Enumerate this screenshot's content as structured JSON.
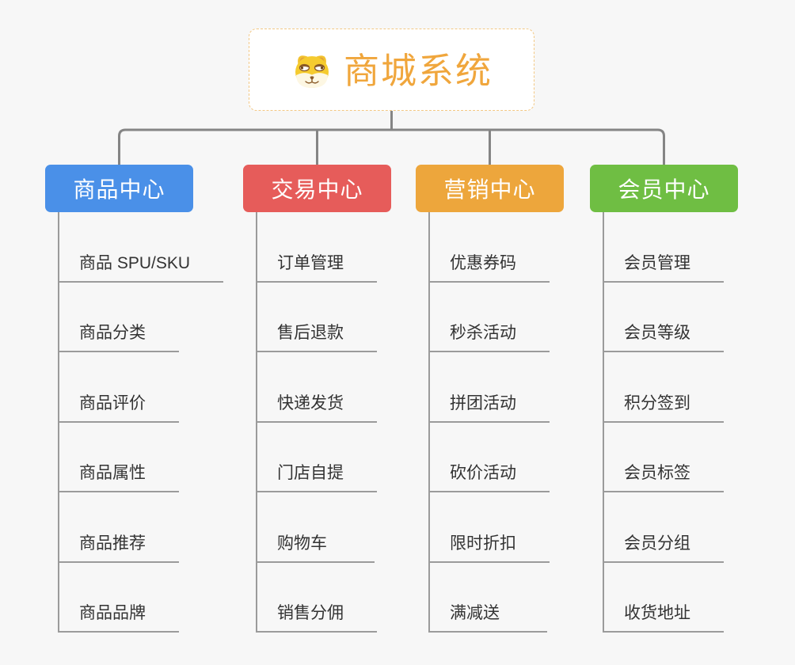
{
  "page": {
    "background": "#f7f7f7"
  },
  "colors": {
    "connector": "#858585",
    "underline": "#9b9b9b",
    "item_text": "#333333"
  },
  "root": {
    "title": "商城系统",
    "icon": "doge-icon",
    "border_color": "#f3c884",
    "title_color": "#f0a63c"
  },
  "branches": [
    {
      "label": "商品中心",
      "color": "#4a90e8",
      "text_color": "#ffffff",
      "items": [
        "商品 SPU/SKU",
        "商品分类",
        "商品评价",
        "商品属性",
        "商品推荐",
        "商品品牌"
      ]
    },
    {
      "label": "交易中心",
      "color": "#e65c5a",
      "text_color": "#ffffff",
      "items": [
        "订单管理",
        "售后退款",
        "快递发货",
        "门店自提",
        "购物车",
        "销售分佣"
      ]
    },
    {
      "label": "营销中心",
      "color": "#eda63c",
      "text_color": "#ffffff",
      "items": [
        "优惠券码",
        "秒杀活动",
        "拼团活动",
        "砍价活动",
        "限时折扣",
        "满减送"
      ]
    },
    {
      "label": "会员中心",
      "color": "#6fbe43",
      "text_color": "#ffffff",
      "items": [
        "会员管理",
        "会员等级",
        "积分签到",
        "会员标签",
        "会员分组",
        "收货地址"
      ]
    }
  ]
}
